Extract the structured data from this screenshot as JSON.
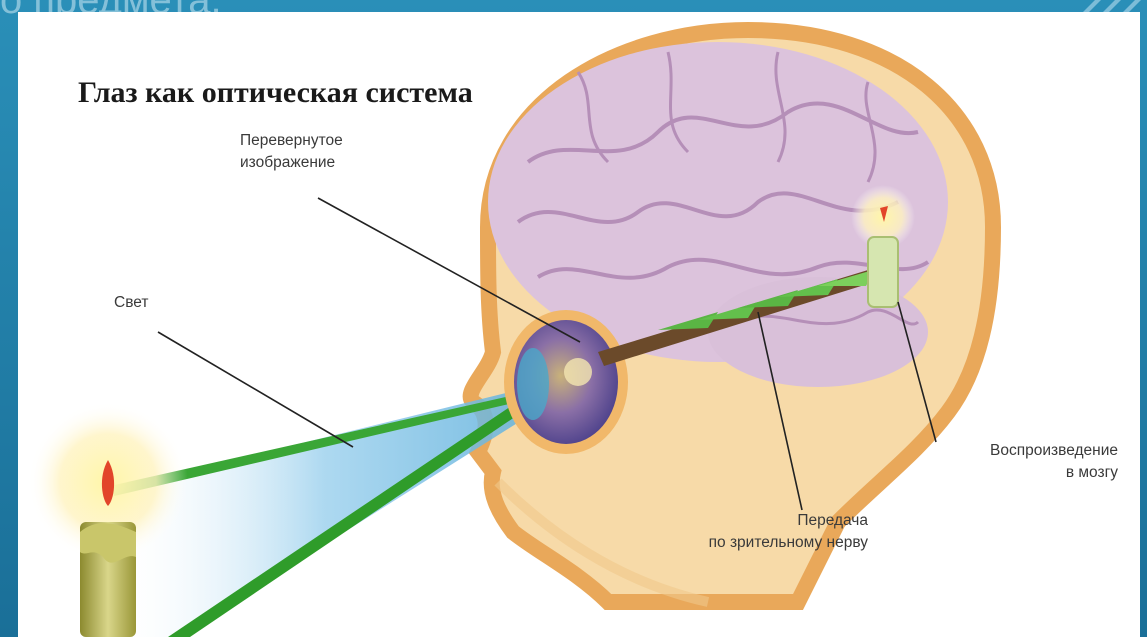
{
  "slide": {
    "heading_fragment": "о предмета."
  },
  "diagram": {
    "title": "Глаз как оптическая система",
    "labels": {
      "inverted_image_line1": "Перевернутое",
      "inverted_image_line2": "изображение",
      "light": "Свет",
      "reproduction_line1": "Воспроизведение",
      "reproduction_line2": "в мозгу",
      "transmission_line1": "Передача",
      "transmission_line2": "по зрительному нерву"
    }
  },
  "colors": {
    "slide_background": "#1f7fa6",
    "head_skin": "#f7d9a4",
    "head_outline": "#e8a452",
    "brain": "#dcc3dc",
    "light_beam": "#2f9c2a",
    "candle_flame": "#e2452a"
  },
  "icons": [
    "candle-icon",
    "eye-icon",
    "brain-icon"
  ]
}
